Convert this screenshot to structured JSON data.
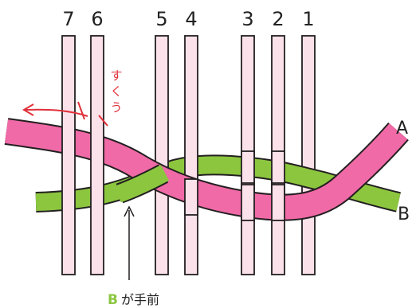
{
  "column_numbers": [
    "7",
    "6",
    "5",
    "4",
    "3",
    "2",
    "1"
  ],
  "strand_a_label": "A",
  "strand_b_label": "B",
  "scoop_chars": [
    "す",
    "く",
    "う"
  ],
  "caption": {
    "strand": "B",
    "text": "が手前"
  },
  "colors": {
    "pink_strand": "#ef6aa6",
    "green_strand": "#8cc63f",
    "vertical_strip": "#fbe1ea",
    "red_arrow": "#e0303a",
    "outline": "#231f20"
  }
}
